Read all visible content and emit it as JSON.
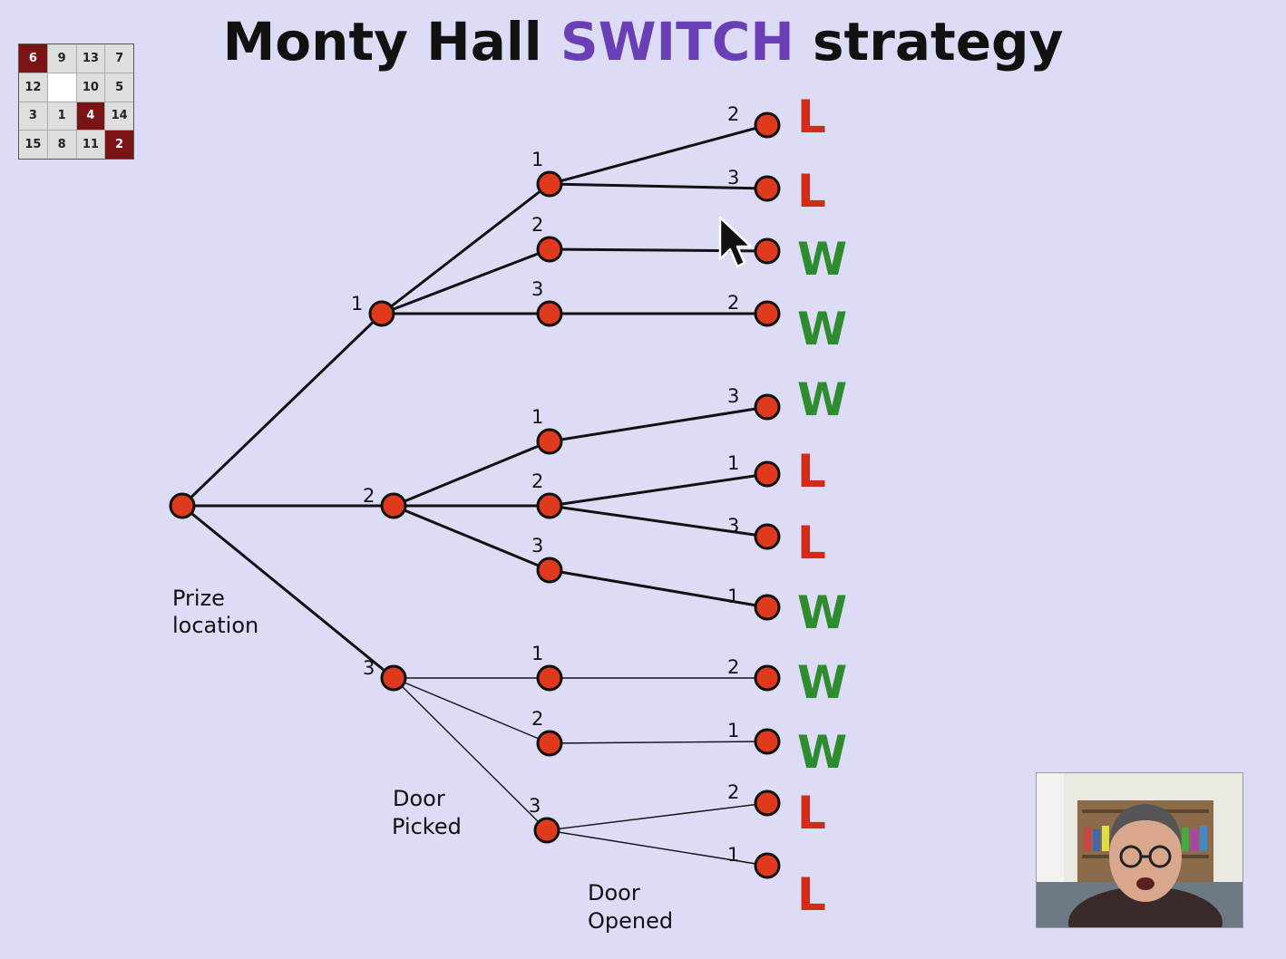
{
  "title": {
    "prefix": "Monty Hall ",
    "accent": "SWITCH",
    "suffix": " strategy"
  },
  "puzzle_tiles": [
    {
      "label": "6",
      "style": "dark"
    },
    {
      "label": "9",
      "style": "light"
    },
    {
      "label": "13",
      "style": "light"
    },
    {
      "label": "7",
      "style": "light"
    },
    {
      "label": "12",
      "style": "light"
    },
    {
      "label": "",
      "style": "blank"
    },
    {
      "label": "10",
      "style": "light"
    },
    {
      "label": "5",
      "style": "light"
    },
    {
      "label": "3",
      "style": "light"
    },
    {
      "label": "1",
      "style": "light"
    },
    {
      "label": "4",
      "style": "dark"
    },
    {
      "label": "14",
      "style": "light"
    },
    {
      "label": "15",
      "style": "light"
    },
    {
      "label": "8",
      "style": "light"
    },
    {
      "label": "11",
      "style": "light"
    },
    {
      "label": "2",
      "style": "dark"
    }
  ],
  "captions": {
    "prize_line1": "Prize",
    "prize_line2": "location",
    "picked_line1": "Door",
    "picked_line2": "Picked",
    "opened_line1": "Door",
    "opened_line2": "Opened"
  },
  "colors": {
    "win": "#2e8b2e",
    "lose": "#d42a1a",
    "node": "#e03a1e",
    "accent": "#6a3fb5"
  },
  "tree": [
    {
      "prize": "1",
      "picks": [
        {
          "door": "1",
          "opens": [
            {
              "door": "2",
              "result": "L"
            },
            {
              "door": "3",
              "result": "L"
            }
          ]
        },
        {
          "door": "2",
          "opens": [
            {
              "door": "3",
              "result": "W"
            }
          ]
        },
        {
          "door": "3",
          "opens": [
            {
              "door": "2",
              "result": "W"
            }
          ]
        }
      ]
    },
    {
      "prize": "2",
      "picks": [
        {
          "door": "1",
          "opens": [
            {
              "door": "3",
              "result": "W"
            }
          ]
        },
        {
          "door": "2",
          "opens": [
            {
              "door": "1",
              "result": "L"
            },
            {
              "door": "3",
              "result": "L"
            }
          ]
        },
        {
          "door": "3",
          "opens": [
            {
              "door": "1",
              "result": "W"
            }
          ]
        }
      ]
    },
    {
      "prize": "3",
      "picks": [
        {
          "door": "1",
          "opens": [
            {
              "door": "2",
              "result": "W"
            }
          ]
        },
        {
          "door": "2",
          "opens": [
            {
              "door": "1",
              "result": "W"
            }
          ]
        },
        {
          "door": "3",
          "opens": [
            {
              "door": "2",
              "result": "L"
            },
            {
              "door": "1",
              "result": "L"
            }
          ]
        }
      ]
    }
  ]
}
